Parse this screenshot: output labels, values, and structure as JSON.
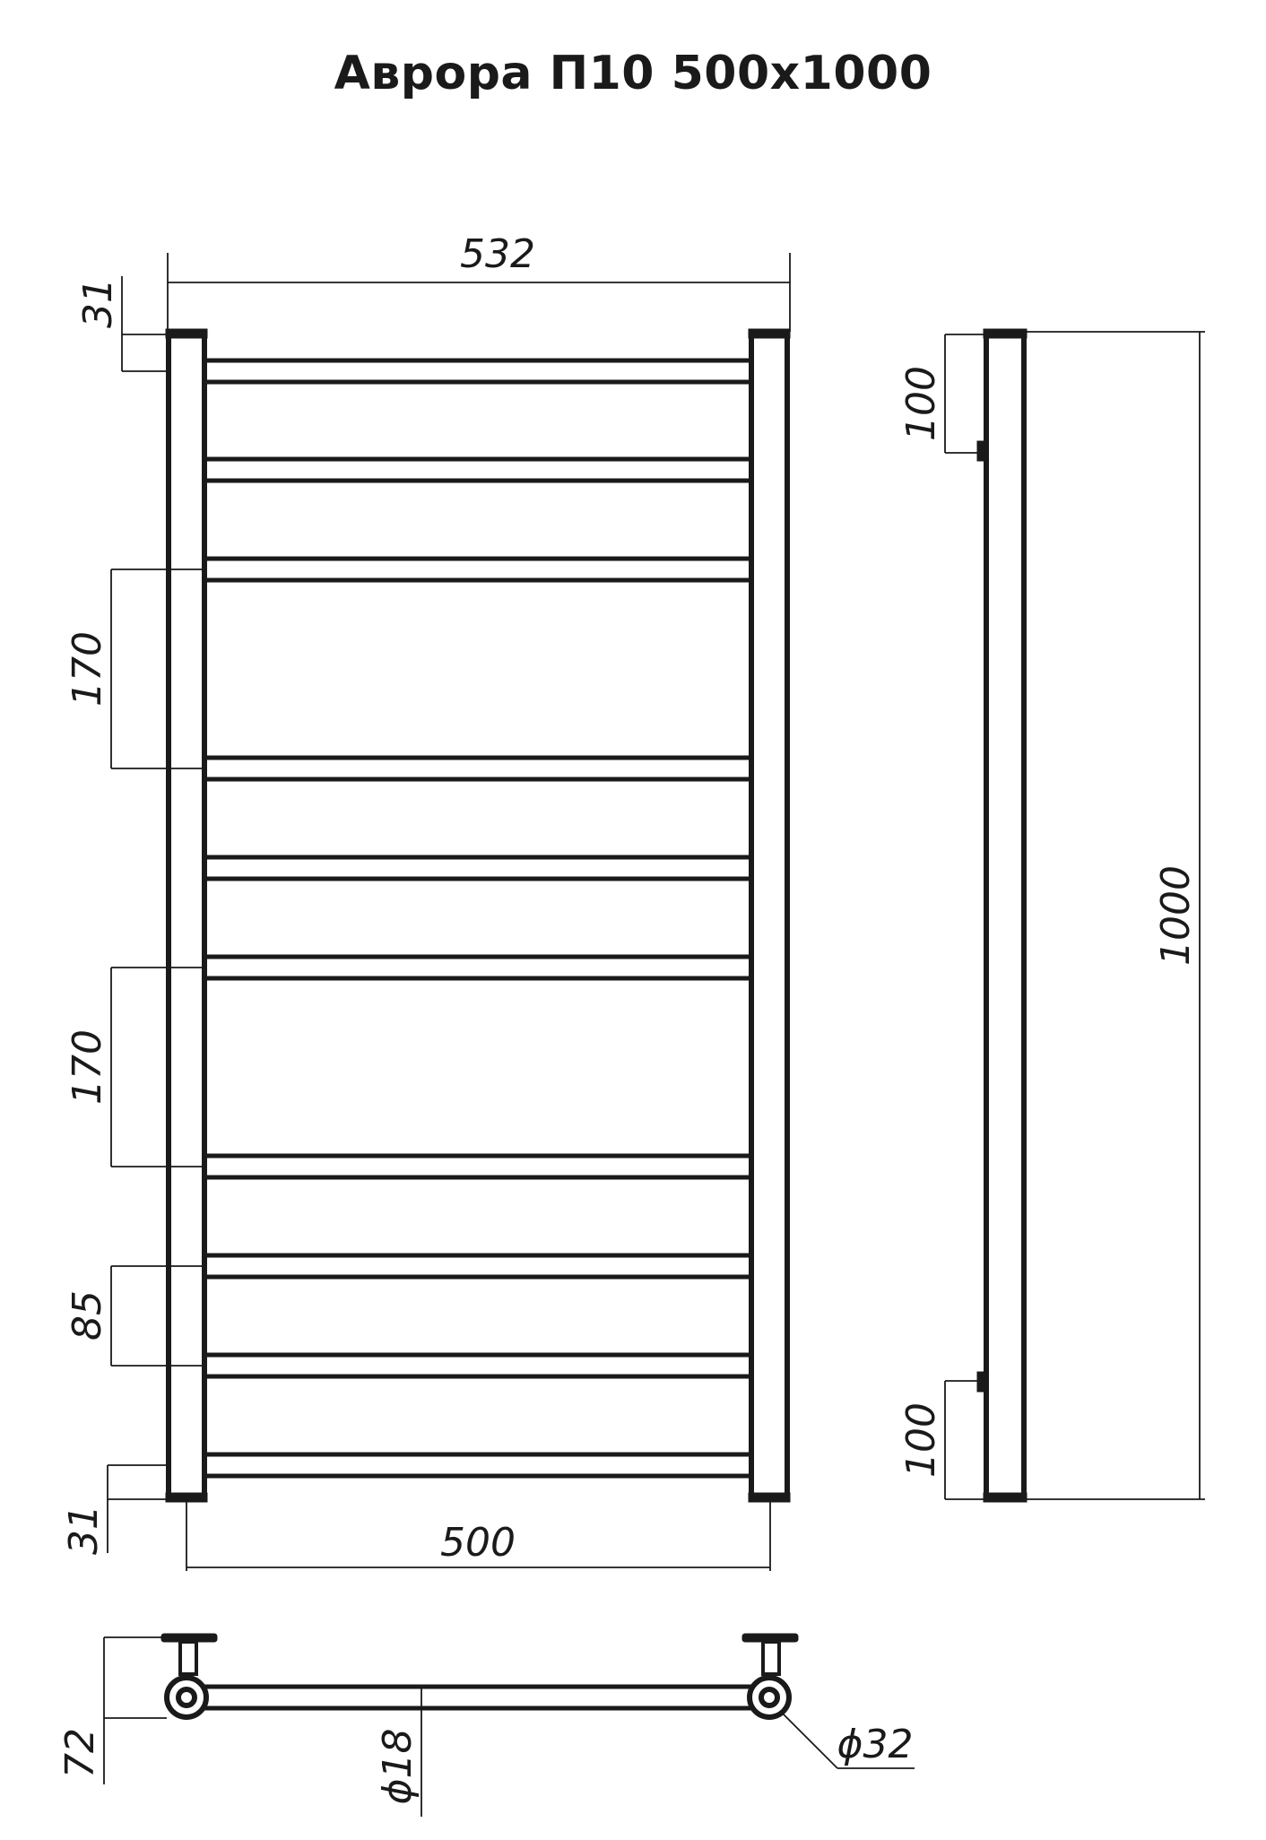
{
  "title": "Аврора П10 500x1000",
  "dimensions": {
    "overall_width": "532",
    "inner_width": "500",
    "top_offset": "31",
    "bottom_offset": "31",
    "spacing_upper": "170",
    "spacing_middle": "170",
    "spacing_lower": "85",
    "side_top_mount": "100",
    "side_bottom_mount": "100",
    "overall_height": "1000",
    "depth": "72",
    "rung_diameter": "ϕ18",
    "collector_diameter": "ϕ32"
  },
  "colors": {
    "line": "#1a1a1a",
    "background": "#ffffff"
  }
}
